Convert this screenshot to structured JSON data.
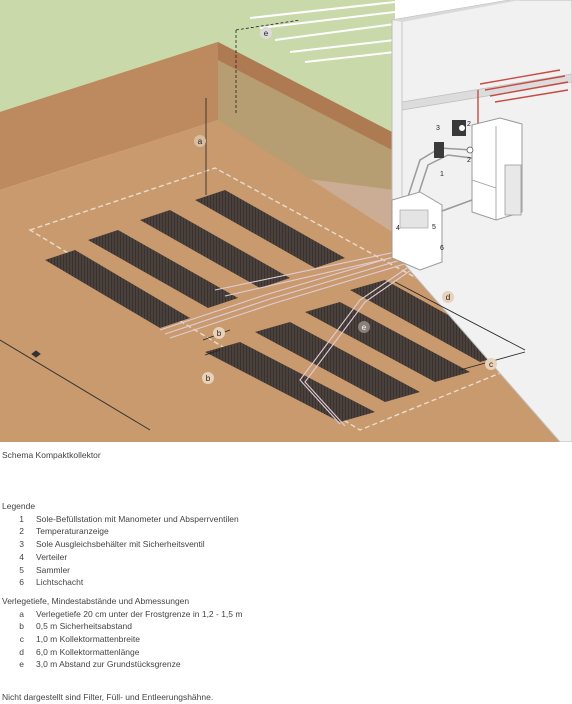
{
  "caption": "Schema Kompaktkollektor",
  "legend_title": "Legende",
  "legend_items": [
    {
      "num": "1",
      "text": "Sole-Befüllstation mit Manometer und Absperrventilen"
    },
    {
      "num": "2",
      "text": "Temperaturanzeige"
    },
    {
      "num": "3",
      "text": "Sole Ausgleichsbehälter mit Sicherheitsventil"
    },
    {
      "num": "4",
      "text": "Verteiler"
    },
    {
      "num": "5",
      "text": "Sammler"
    },
    {
      "num": "6",
      "text": "Lichtschacht"
    }
  ],
  "dimensions_title": "Verlegetiefe, Mindestabstände und Abmessungen",
  "dimension_items": [
    {
      "num": "a",
      "text": "Verlegetiefe 20 cm unter der Frostgrenze in 1,2 - 1,5 m"
    },
    {
      "num": "b",
      "text": "0,5 m Sicherheitsabstand"
    },
    {
      "num": "c",
      "text": "1,0 m Kollektormattenbreite"
    },
    {
      "num": "d",
      "text": "6,0 m Kollektormattenlänge"
    },
    {
      "num": "e",
      "text": "3,0 m Abstand zur Grundstücksgrenze"
    }
  ],
  "note": "Nicht dargestellt sind Filter, Füll- und Entleerungshähne.",
  "diagram_labels": {
    "a": "a",
    "b_top": "b",
    "b_bottom": "b",
    "c": "c",
    "d": "d",
    "e": "e",
    "mat": "e",
    "n1": "1",
    "n2a": "2",
    "n2b": "2",
    "n3": "3",
    "n4": "4",
    "n5": "5",
    "n6": "6"
  },
  "colors": {
    "grass": "#cad9aa",
    "soil_top": "#c99a6d",
    "soil_side": "#b7835a",
    "wall": "#f1f1f1",
    "mat": "#3e3532",
    "pipe_red": "#c94a42"
  }
}
